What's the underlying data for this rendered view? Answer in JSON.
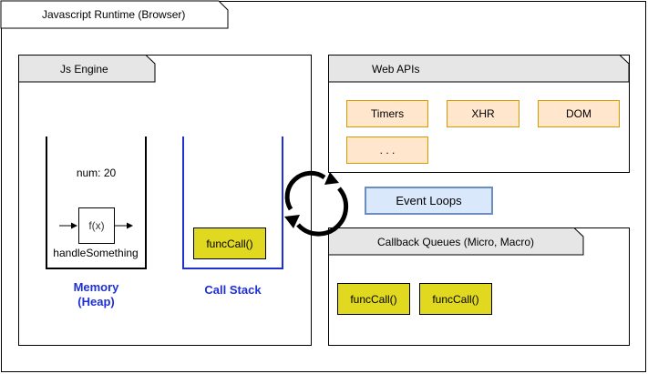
{
  "runtime": {
    "title": "Javascript Runtime (Browser)"
  },
  "engine": {
    "title": "Js Engine",
    "memory": {
      "num_label": "num: 20",
      "func_label": "f(x)",
      "handler_label": "handleSomething",
      "title_line1": "Memory",
      "title_line2": "(Heap)"
    },
    "call_stack": {
      "frame_label": "funcCall()",
      "title": "Call Stack"
    }
  },
  "web_apis": {
    "title": "Web APIs",
    "items": [
      "Timers",
      "XHR",
      "DOM",
      ". . ."
    ]
  },
  "event_loop": {
    "label": "Event Loops"
  },
  "callback_queues": {
    "title": "Callback Queues (Micro, Macro)",
    "items": [
      "funcCall()",
      "funcCall()"
    ]
  },
  "colors": {
    "api_fill": "#ffe6cc",
    "api_border": "#d79b00",
    "func_fill": "#e1d920",
    "stack_border": "#1f2fd6",
    "event_fill": "#dae8fc",
    "event_border": "#6c8ebf",
    "tab_fill": "#e6e6e6"
  }
}
